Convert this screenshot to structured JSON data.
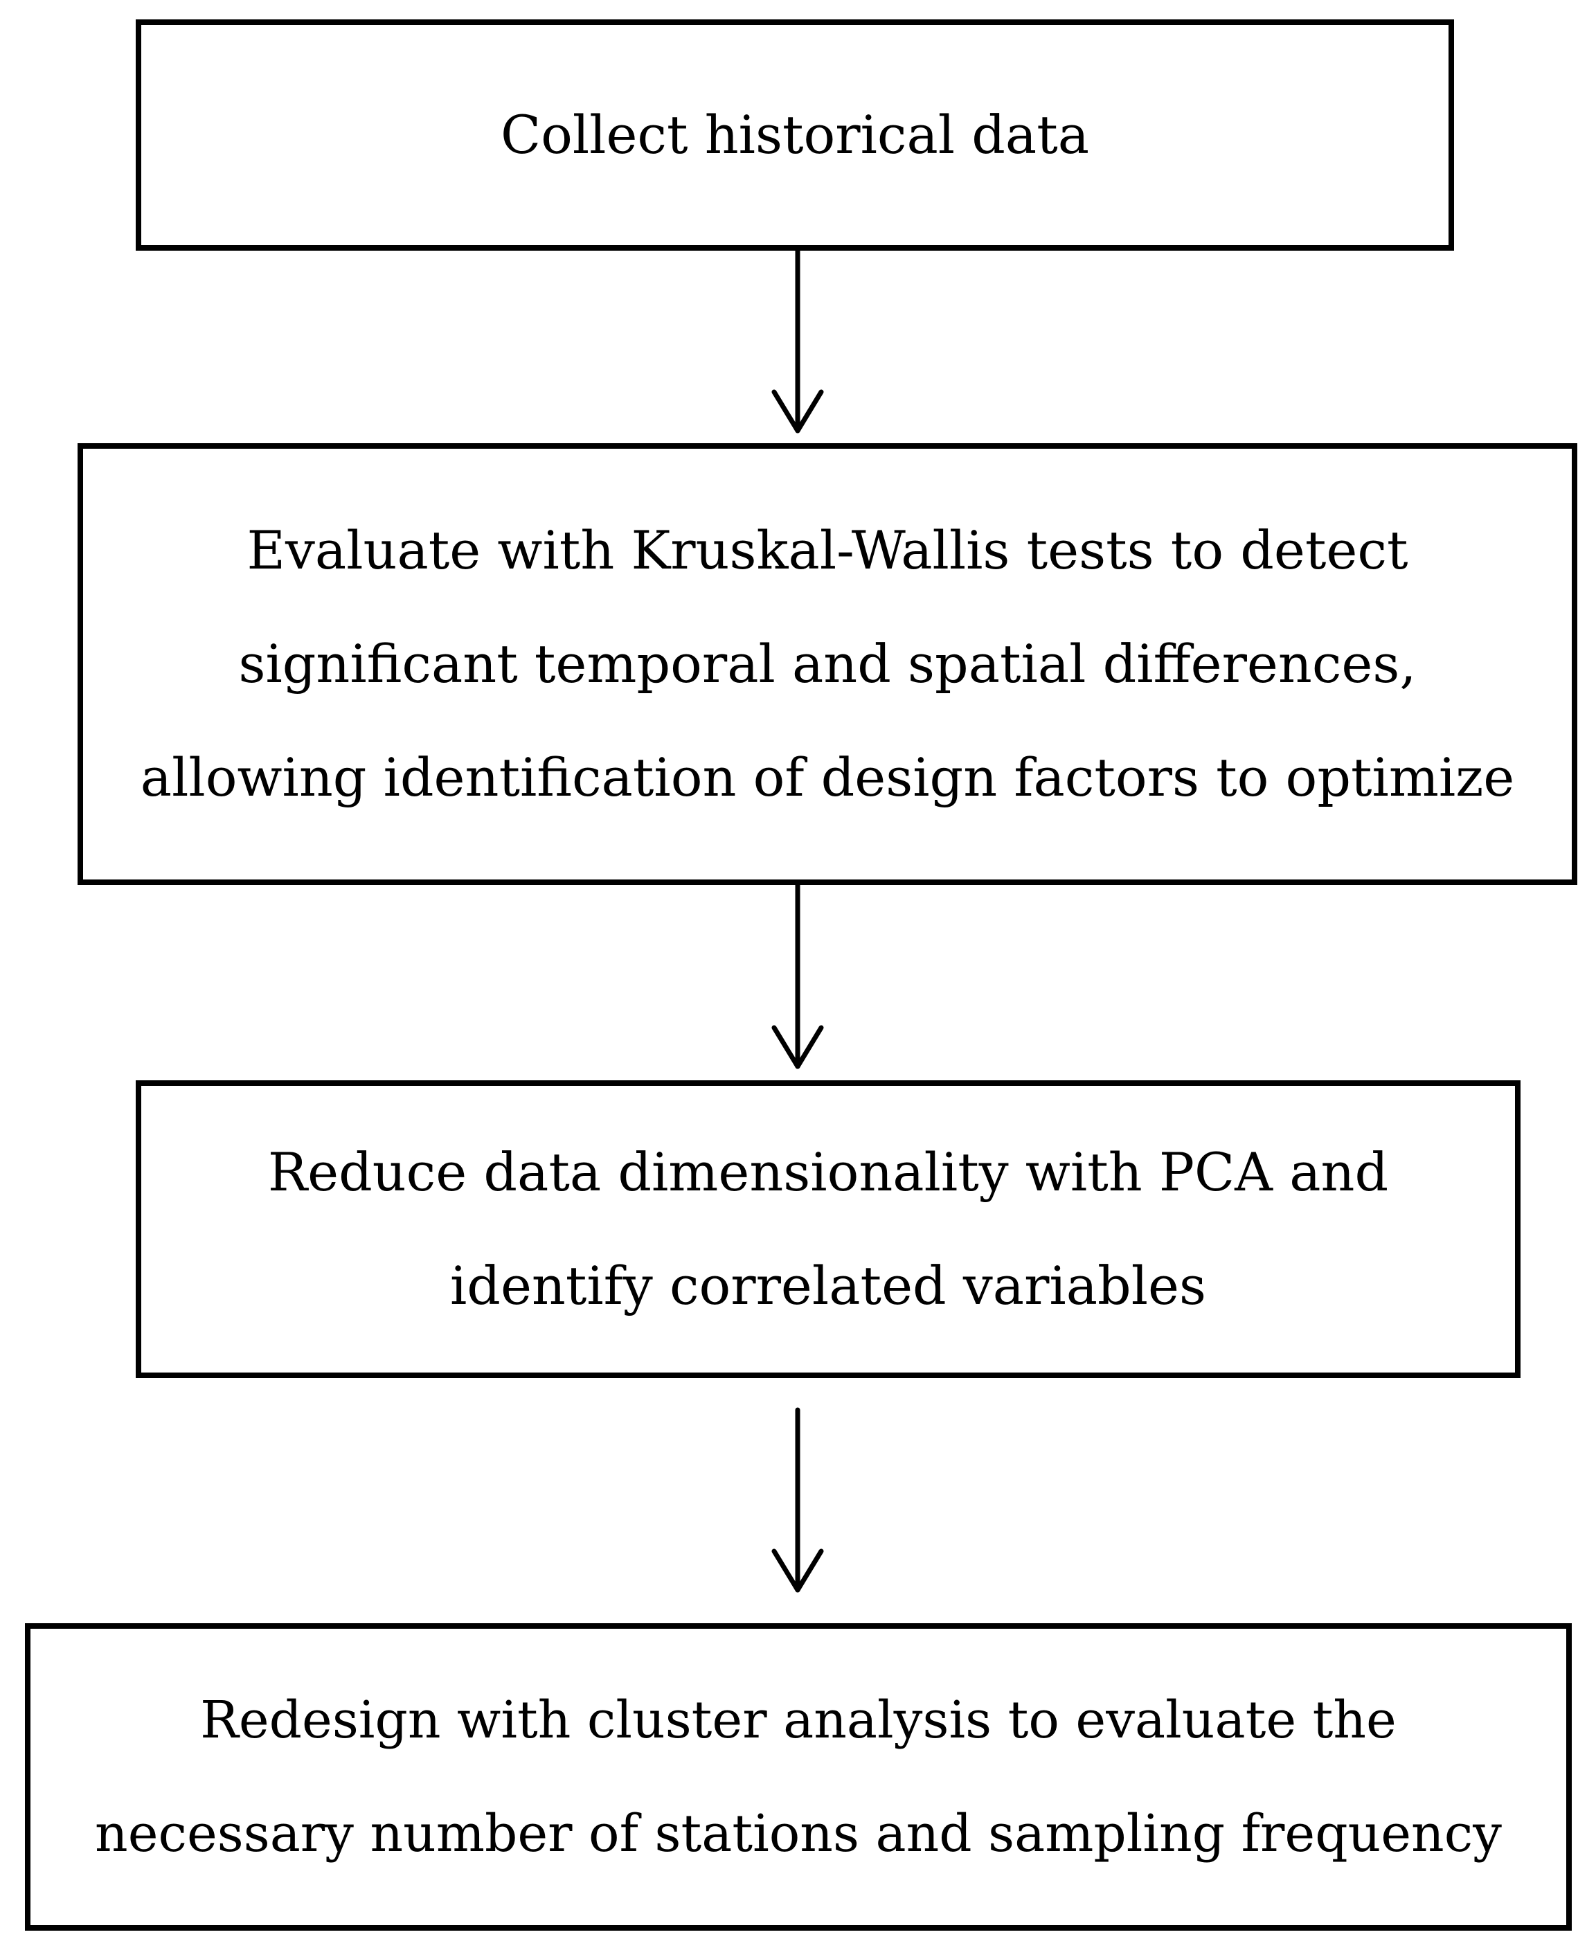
{
  "flowchart": {
    "steps": [
      {
        "lines": [
          "Collect historical data"
        ]
      },
      {
        "lines": [
          "Evaluate with Kruskal-Wallis tests to detect",
          "significant temporal and spatial differences,",
          "allowing identification of design factors to optimize"
        ]
      },
      {
        "lines": [
          "Reduce data dimensionality with PCA and",
          "identify correlated variables"
        ]
      },
      {
        "lines": [
          "Redesign with cluster analysis to evaluate the",
          "necessary number of stations and sampling frequency"
        ]
      }
    ]
  }
}
